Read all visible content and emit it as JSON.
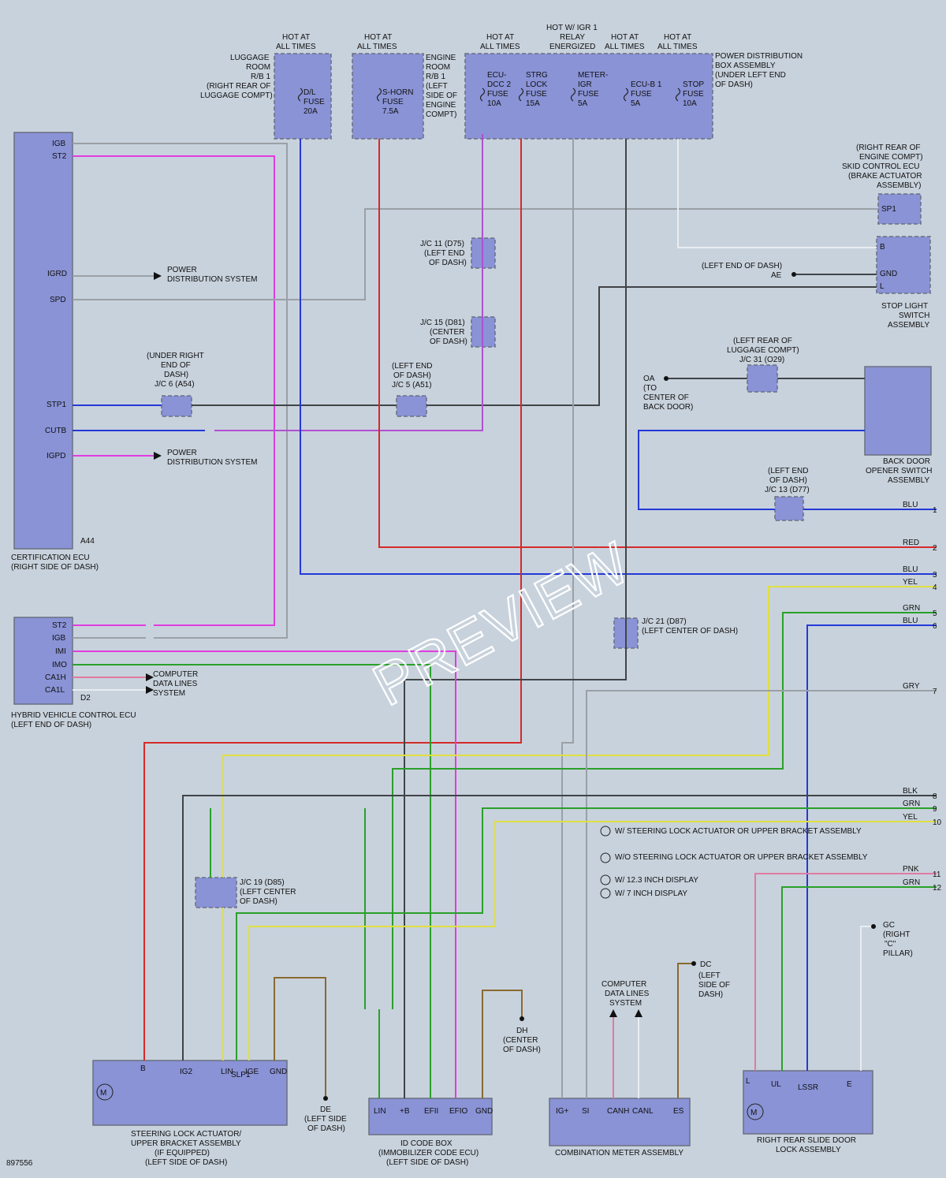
{
  "diagram_id": "897556",
  "watermark": "PREVIEW",
  "components": {
    "certification_ecu": {
      "label": "CERTIFICATION ECU",
      "location": "(RIGHT SIDE OF DASH)",
      "connector": "A44",
      "pins": [
        "IGB",
        "ST2",
        "IGRD",
        "SPD",
        "STP1",
        "CUTB",
        "IGPD"
      ]
    },
    "hybrid_ecu": {
      "label": "HYBRID VEHICLE CONTROL ECU",
      "location": "(LEFT END OF DASH)",
      "connector": "D2",
      "pins": [
        "ST2",
        "IGB",
        "IMI",
        "IMO",
        "CA1H",
        "CA1L"
      ]
    },
    "steering_lock": {
      "l1": "STEERING LOCK ACTUATOR/",
      "l2": "UPPER BRACKET ASSEMBLY",
      "l3": "(IF EQUIPPED)",
      "l4": "(LEFT SIDE OF DASH)",
      "pins": [
        "B",
        "IG2",
        "LIN",
        "SLP1",
        "IGE",
        "GND"
      ]
    },
    "id_code_box": {
      "l1": "ID CODE BOX",
      "l2": "(IMMOBILIZER CODE ECU)",
      "l3": "(LEFT SIDE OF DASH)",
      "pins": [
        "LIN",
        "+B",
        "EFII",
        "EFIO",
        "GND"
      ]
    },
    "combination_meter": {
      "label": "COMBINATION METER ASSEMBLY",
      "pins": [
        "IG+",
        "SI",
        "CANH",
        "CANL",
        "ES"
      ]
    },
    "slide_door": {
      "l1": "RIGHT REAR SLIDE DOOR",
      "l2": "LOCK ASSEMBLY",
      "pins": [
        "L",
        "UL",
        "LSSR",
        "E"
      ]
    },
    "stop_light": {
      "l1": "STOP LIGHT",
      "l2": "SWITCH",
      "l3": "ASSEMBLY",
      "pins": [
        "B",
        "GND",
        "L"
      ]
    },
    "skid_ecu": {
      "l1": "(RIGHT REAR OF",
      "l2": "ENGINE COMPT)",
      "l3": "SKID CONTROL ECU",
      "l4": "(BRAKE ACTUATOR",
      "l5": "ASSEMBLY)",
      "pin": "SP1"
    },
    "back_door": {
      "l1": "BACK DOOR",
      "l2": "OPENER SWITCH",
      "l3": "ASSEMBLY"
    },
    "pdb": {
      "l1": "POWER DISTRIBUTION",
      "l2": "BOX ASSEMBLY",
      "l3": "(UNDER LEFT END",
      "l4": "OF DASH)"
    },
    "luggage_rb": {
      "l1": "LUGGAGE",
      "l2": "ROOM",
      "l3": "R/B 1",
      "l4": "(RIGHT REAR OF",
      "l5": "LUGGAGE COMPT)"
    },
    "engine_rb": {
      "l1": "ENGINE",
      "l2": "ROOM",
      "l3": "R/B 1",
      "l4": "(LEFT",
      "l5": "SIDE OF",
      "l6": "ENGINE",
      "l7": "COMPT)"
    }
  },
  "fuses": [
    {
      "head1": "HOT AT",
      "head2": "ALL TIMES",
      "name": "D/L",
      "l2": "FUSE",
      "rating": "20A"
    },
    {
      "head1": "HOT AT",
      "head2": "ALL TIMES",
      "name": "S-HORN",
      "l2": "FUSE",
      "rating": "7.5A"
    },
    {
      "head1": "HOT AT",
      "head2": "ALL TIMES",
      "name": "ECU-",
      "l2": "DCC 2",
      "l3": "FUSE",
      "rating": "10A"
    },
    {
      "name": "STRG",
      "l2": "LOCK",
      "l3": "FUSE",
      "rating": "15A"
    },
    {
      "head0": "HOT W/ IGR 1",
      "head1": "RELAY",
      "head2": "ENERGIZED",
      "name": "METER-",
      "l2": "IGR",
      "l3": "FUSE",
      "rating": "5A"
    },
    {
      "head1": "HOT AT",
      "head2": "ALL TIMES",
      "name": "ECU-B 1",
      "l2": "FUSE",
      "rating": "5A"
    },
    {
      "head1": "HOT AT",
      "head2": "ALL TIMES",
      "name": "STOP",
      "l2": "FUSE",
      "rating": "10A"
    }
  ],
  "junctions": {
    "jc11": {
      "l1": "J/C 11 (D75)",
      "l2": "(LEFT END",
      "l3": "OF DASH)"
    },
    "jc15": {
      "l1": "J/C 15 (D81)",
      "l2": "(CENTER",
      "l3": "OF DASH)"
    },
    "jc6": {
      "l1": "(UNDER RIGHT",
      "l2": "END OF",
      "l3": "DASH)",
      "l4": "J/C 6 (A54)"
    },
    "jc5": {
      "l1": "(LEFT END",
      "l2": "OF DASH)",
      "l3": "J/C 5 (A51)"
    },
    "jc31": {
      "l1": "(LEFT REAR OF",
      "l2": "LUGGAGE COMPT)",
      "l3": "J/C 31 (O29)"
    },
    "jc13": {
      "l1": "(LEFT END",
      "l2": "OF DASH)",
      "l3": "J/C 13 (D77)"
    },
    "jc21": {
      "l1": "J/C 21 (D87)",
      "l2": "(LEFT CENTER OF DASH)"
    },
    "jc19": {
      "l1": "J/C 19 (D85)",
      "l2": "(LEFT CENTER",
      "l3": "OF DASH)"
    }
  },
  "grounds": {
    "ae": {
      "label": "AE",
      "l1": "(LEFT END OF DASH)"
    },
    "oa": {
      "label": "OA",
      "l1": "(TO",
      "l2": "CENTER OF",
      "l3": "BACK DOOR)"
    },
    "de": {
      "label": "DE",
      "l1": "(LEFT SIDE",
      "l2": "OF DASH)"
    },
    "dh": {
      "label": "DH",
      "l1": "(CENTER",
      "l2": "OF DASH)"
    },
    "dc": {
      "label": "DC",
      "l1": "(LEFT",
      "l2": "SIDE OF",
      "l3": "DASH)"
    },
    "gc": {
      "label": "GC",
      "l1": "(RIGHT",
      "l2": "\"C\"",
      "l3": "PILLAR)"
    }
  },
  "notes": [
    "W/ STEERING LOCK ACTUATOR OR UPPER BRACKET ASSEMBLY",
    "W/O STEERING LOCK ACTUATOR OR UPPER BRACKET ASSEMBLY",
    "W/ 12.3 INCH DISPLAY",
    "W/ 7 INCH DISPLAY"
  ],
  "note_line2": [
    "UPPER BRACKET ASSEMBLY",
    "UPPER BRACKET ASSEMBLY"
  ],
  "refs": {
    "pds": [
      "POWER",
      "DISTRIBUTION SYSTEM"
    ],
    "cdl": [
      "COMPUTER",
      "DATA LINES",
      "SYSTEM"
    ]
  },
  "edge_terminals": [
    {
      "n": "1",
      "color": "BLU"
    },
    {
      "n": "2",
      "color": "RED"
    },
    {
      "n": "3",
      "color": "BLU"
    },
    {
      "n": "4",
      "color": "YEL"
    },
    {
      "n": "5",
      "color": "GRN"
    },
    {
      "n": "6",
      "color": "BLU"
    },
    {
      "n": "7",
      "color": "GRY"
    },
    {
      "n": "8",
      "color": "BLK"
    },
    {
      "n": "9",
      "color": "GRN"
    },
    {
      "n": "10",
      "color": "YEL"
    },
    {
      "n": "11",
      "color": "PNK"
    },
    {
      "n": "12",
      "color": "GRN"
    }
  ],
  "colors": {
    "vio": "#e03ce0",
    "gry": "#9aa0a6",
    "red": "#d42a2a",
    "blu": "#2438d8",
    "grn": "#2aa02a",
    "yel": "#e0e040",
    "blk": "#404448",
    "wht": "#e8ecf0",
    "pnk": "#e07aa0",
    "brn": "#8a6a30",
    "ppl": "#b050d0",
    "comp": "#8a93d6"
  }
}
